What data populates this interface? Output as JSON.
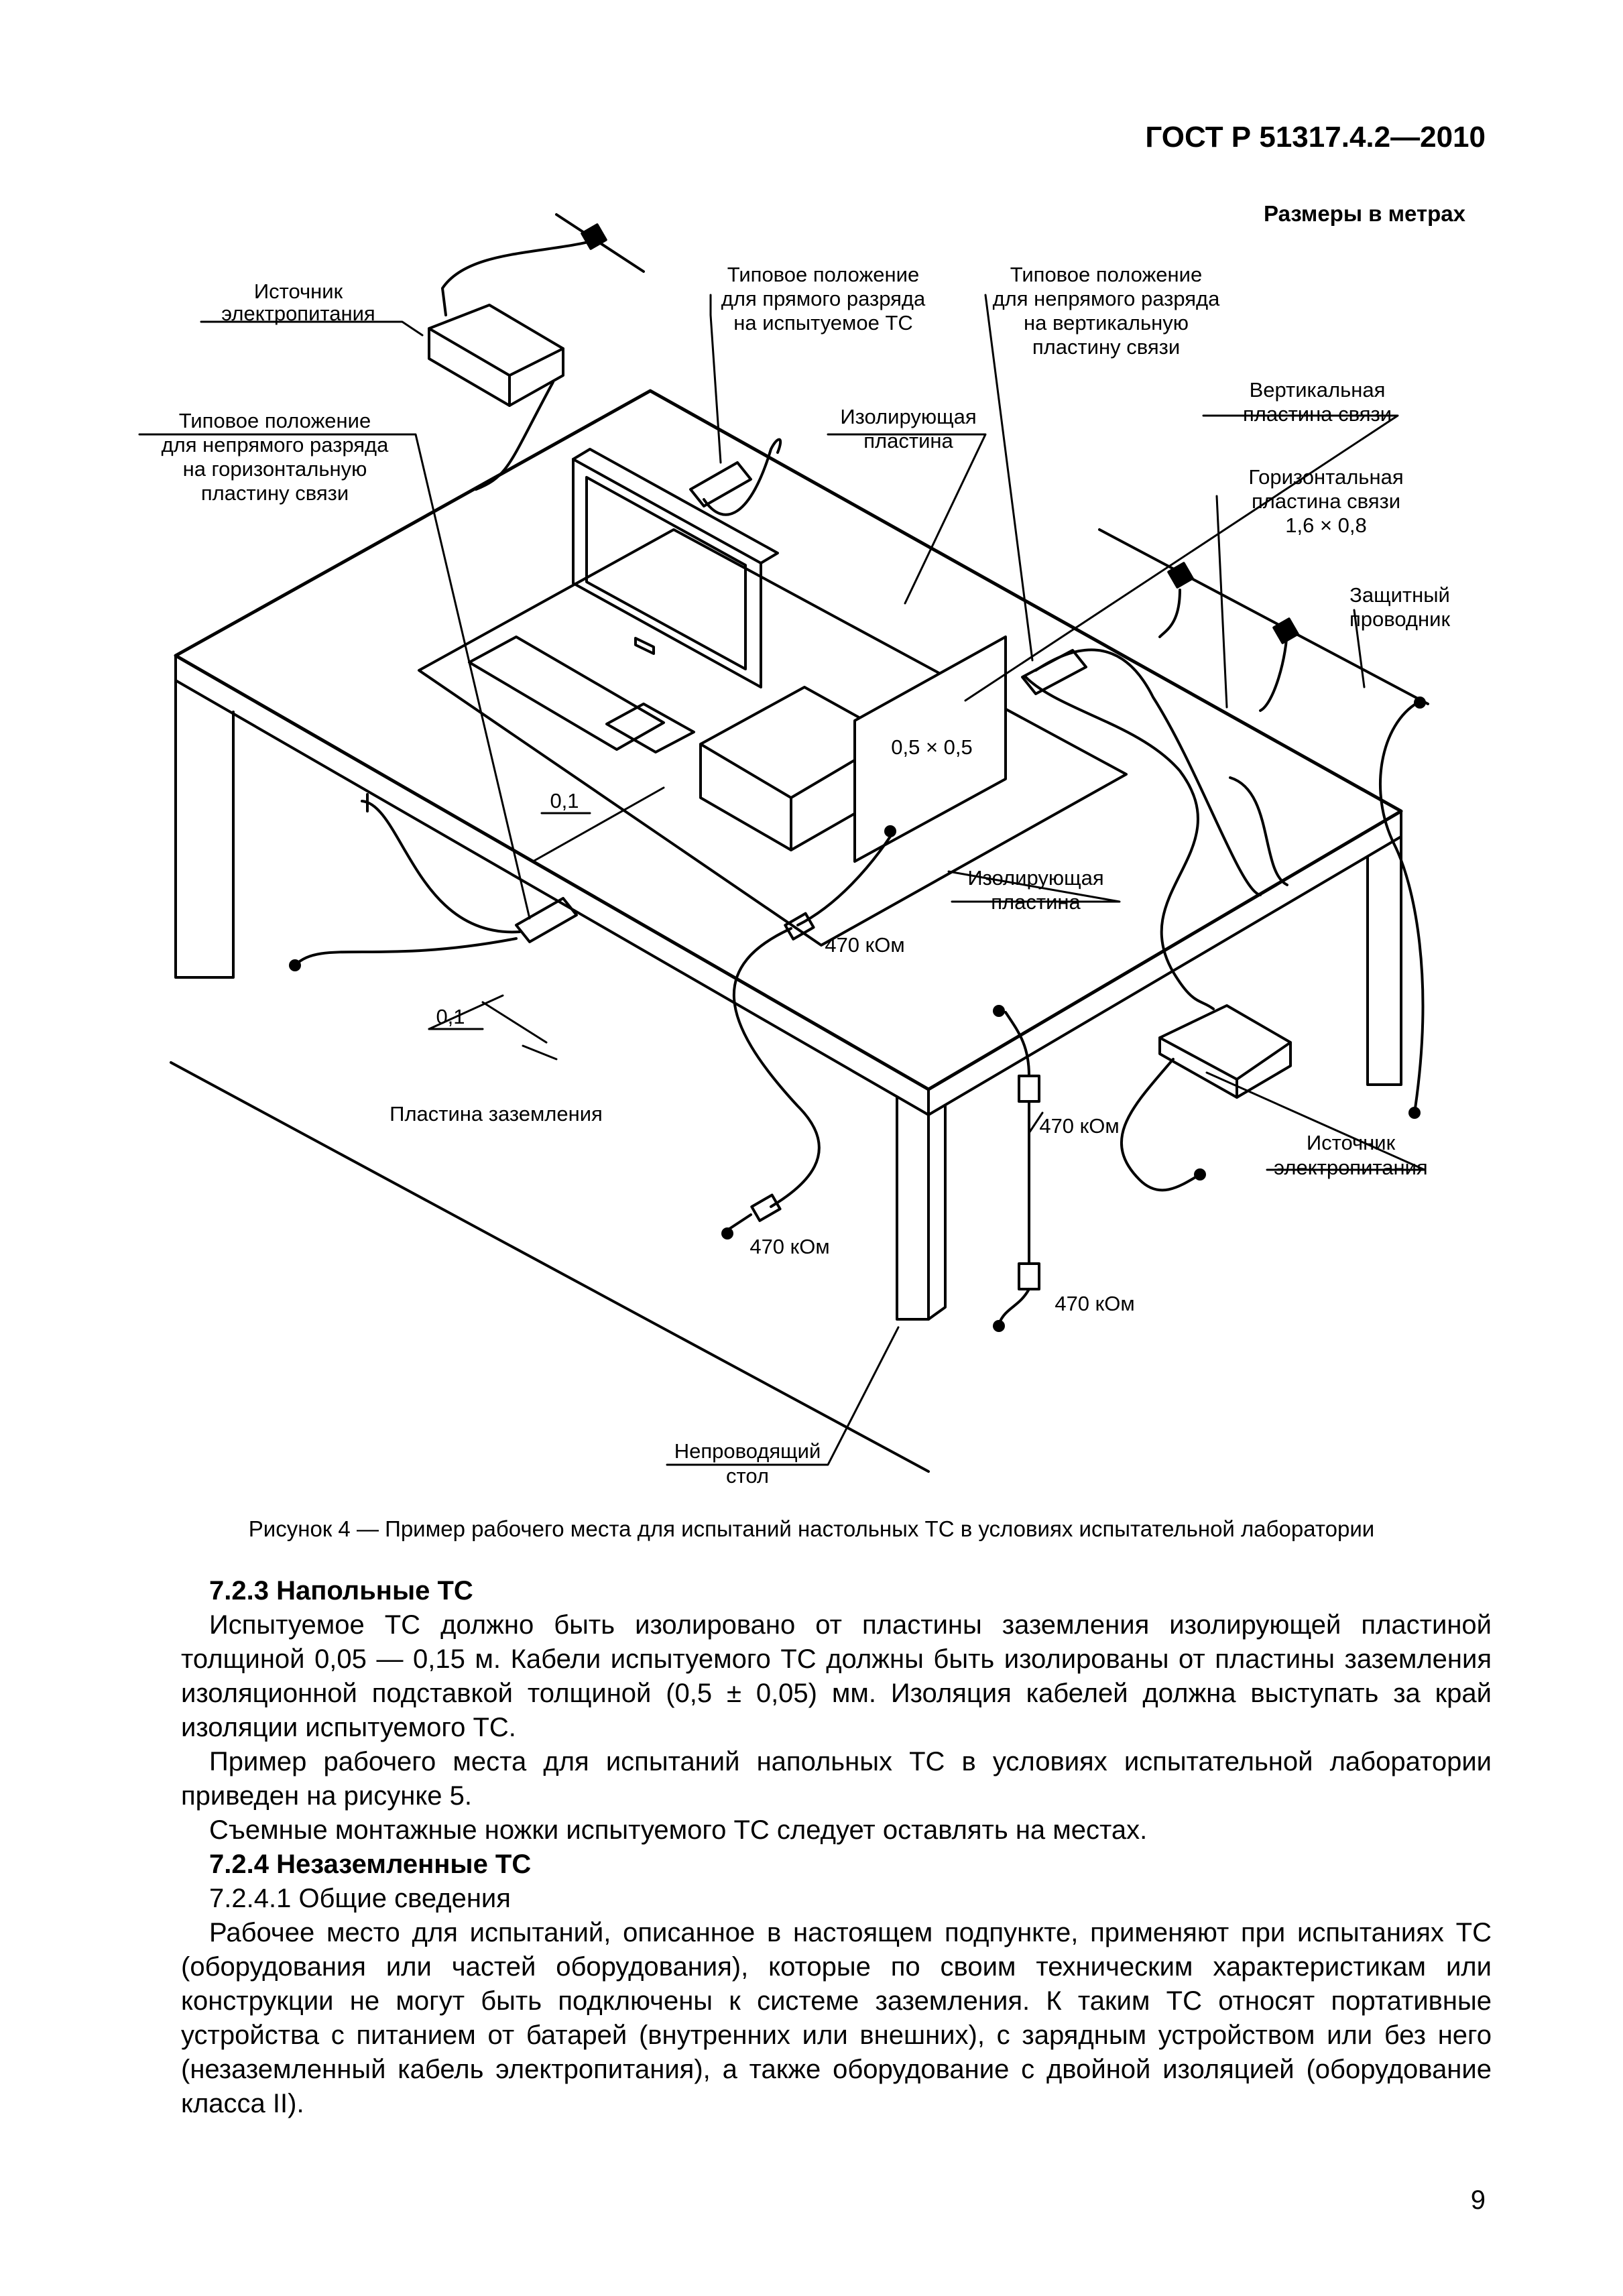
{
  "header": {
    "standard": "ГОСТ Р 51317.4.2—2010",
    "units_note": "Размеры в метрах"
  },
  "figure": {
    "labels": {
      "power_source_top": [
        "Источник",
        "электропитания"
      ],
      "direct_discharge": [
        "Типовое положение",
        "для прямого разряда",
        "на испытуемое ТС"
      ],
      "indirect_vertical": [
        "Типовое положение",
        "для непрямого разряда",
        "на вертикальную",
        "пластину связи"
      ],
      "indirect_horizontal": [
        "Типовое положение",
        "для непрямого разряда",
        "на горизонтальную",
        "пластину связи"
      ],
      "insulating_plate_top": [
        "Изолирующая",
        "пластина"
      ],
      "vertical_plane": [
        "Вертикальная",
        "пластина связи"
      ],
      "horizontal_plane": [
        "Горизонтальная",
        "пластина связи",
        "1,6 × 0,8"
      ],
      "protective_conductor": [
        "Защитный",
        "проводник"
      ],
      "vcp_size": "0,5 × 0,5",
      "dim_upper": "0,1",
      "dim_lower": "0,1",
      "insulating_plate_mid": [
        "Изолирующая",
        "пластина"
      ],
      "resistor_1": "470 кОм",
      "resistor_2": "470 кОм",
      "resistor_3": "470 кОм",
      "resistor_4": "470 кОм",
      "ground_plane": "Пластина заземления",
      "power_source_right": [
        "Источник",
        "электропитания"
      ],
      "table": [
        "Непроводящий",
        "стол"
      ]
    },
    "caption": "Рисунок 4 — Пример рабочего места для испытаний настольных ТС  в условиях испытательной лаборатории"
  },
  "text": {
    "h_723": "7.2.3 Напольные ТС",
    "p1": "Испытуемое ТС должно быть изолировано от пластины заземления изолирующей пластиной толщиной 0,05 — 0,15 м. Кабели испытуемого ТС должны быть изолированы от пластины заземления изоляционной подставкой толщиной (0,5 ± 0,05) мм. Изоляция кабелей должна выступать за край изоляции испытуемого ТС.",
    "p2": "Пример рабочего места для испытаний напольных ТС в условиях испытательной лаборатории приведен на рисунке 5.",
    "p3": "Съемные монтажные ножки испытуемого ТС следует оставлять на местах.",
    "h_724": "7.2.4 Незаземленные ТС",
    "h_7241": "7.2.4.1 Общие сведения",
    "p4": "Рабочее место для испытаний, описанное в настоящем подпункте, применяют при испытаниях ТС (оборудования или частей оборудования), которые по своим техническим характеристикам или конструкции не могут быть подключены к системе заземления. К таким ТС относят портативные устройства с питанием от батарей (внутренних или внешних), с зарядным устройством или без него (незаземленный кабель электропитания), а также оборудование с двойной изоляцией (оборудование класса II)."
  },
  "page_number": "9"
}
